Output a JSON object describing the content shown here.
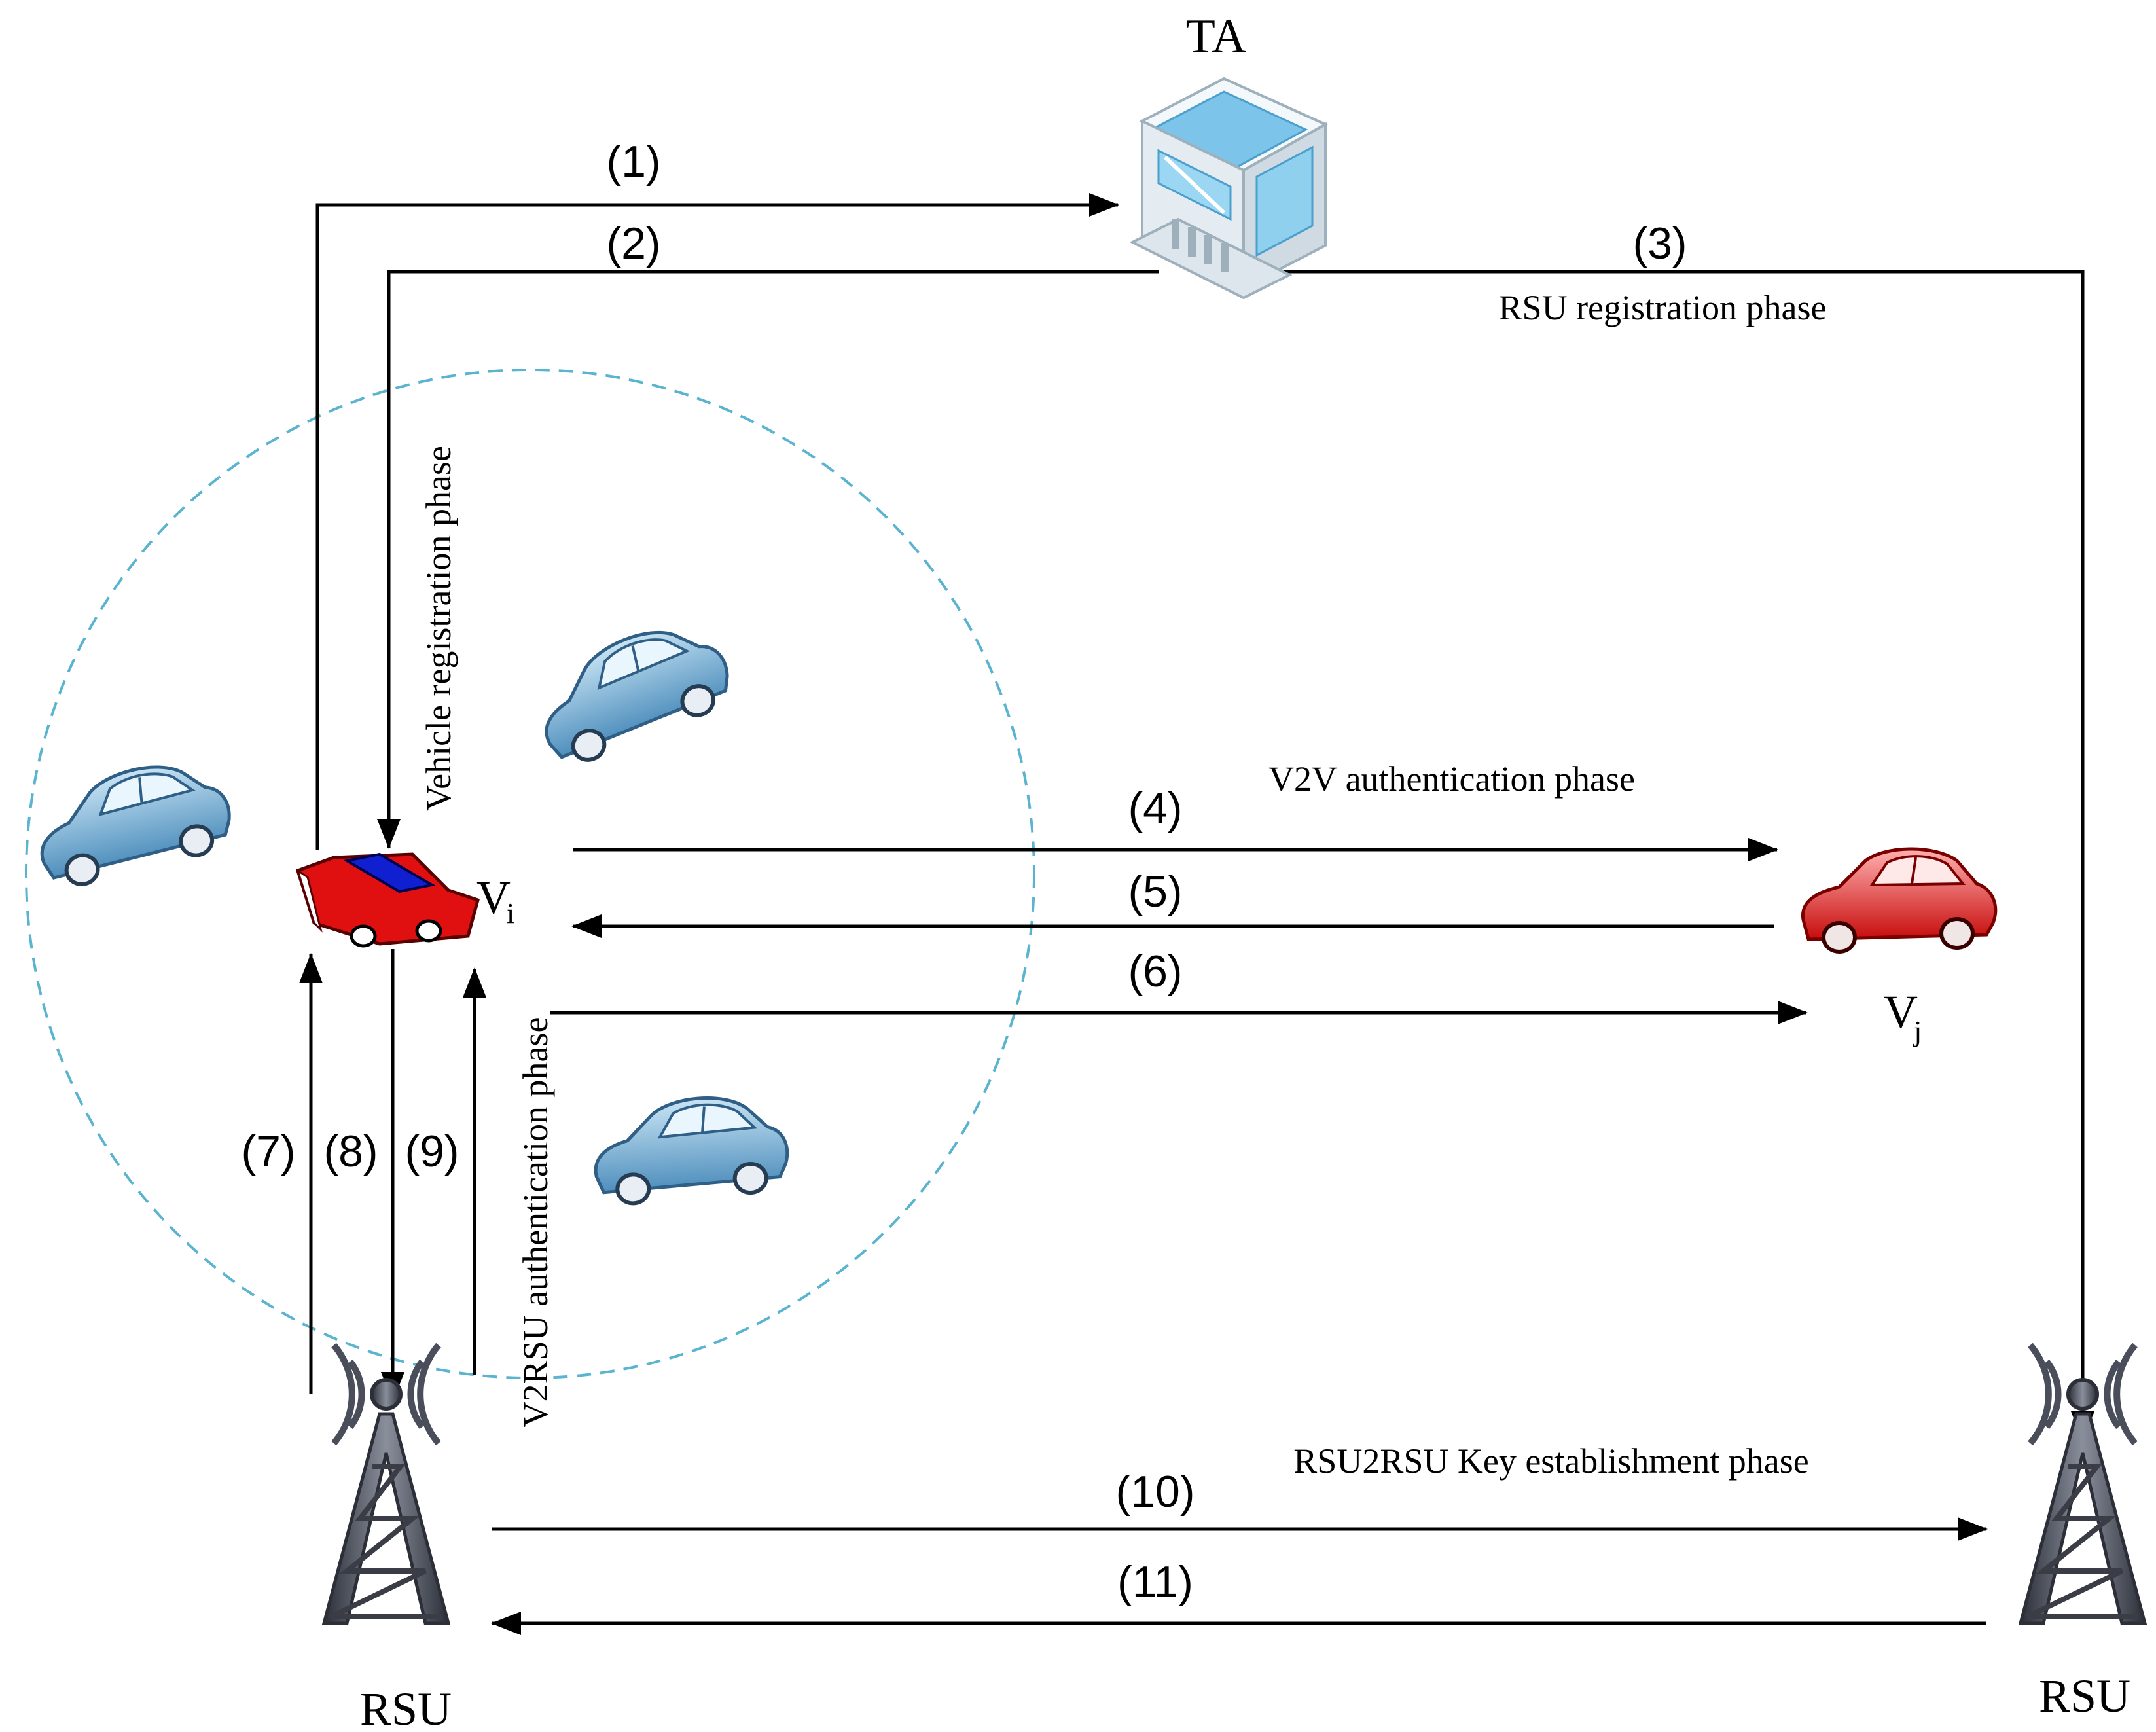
{
  "nodes": {
    "ta": "TA",
    "vehicle_i": {
      "main": "V",
      "sub": "i"
    },
    "vehicle_j": {
      "main": "V",
      "sub": "j"
    },
    "rsu_left": "RSU",
    "rsu_right": "RSU"
  },
  "phases": {
    "rsu_registration": "RSU registration phase",
    "vehicle_registration": "Vehicle registration phase",
    "v2v_authentication": "V2V authentication phase",
    "v2rsu_authentication": "V2RSU authentication phase",
    "rsu2rsu_key": "RSU2RSU Key establishment phase"
  },
  "steps": {
    "s1": "(1)",
    "s2": "(2)",
    "s3": "(3)",
    "s4": "(4)",
    "s5": "(5)",
    "s6": "(6)",
    "s7": "(7)",
    "s8": "(8)",
    "s9": "(9)",
    "s10": "(10)",
    "s11": "(11)"
  },
  "icons": {
    "ta": "server-building-icon",
    "vehicle_i": "red-blue-car-icon",
    "vehicle_j": "red-car-icon",
    "other_vehicles": "blue-car-icon",
    "rsu": "radio-tower-icon"
  },
  "colors": {
    "coverage_circle": "#5ab4d0",
    "vehicle_i_body": "#e01010",
    "vehicle_i_roof": "#1020d0",
    "vehicle_j_body": "#d81818",
    "blue_car_body": "#5c9bc4",
    "tower": "#4a4e5a"
  }
}
